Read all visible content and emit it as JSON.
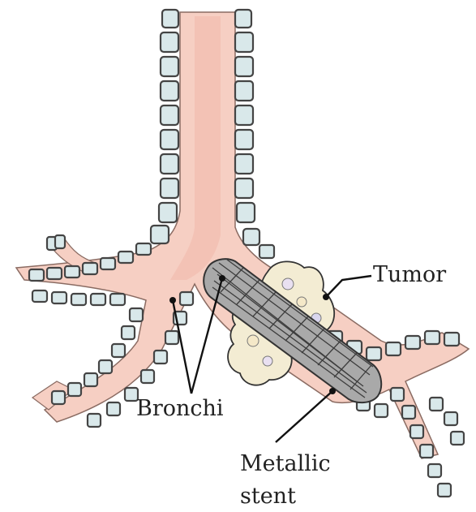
{
  "labels": {
    "tumor": "Tumor",
    "bronchi": "Bronchi",
    "stent_line1": "Metallic",
    "stent_line2": "stent"
  },
  "colors": {
    "airway": "#f6cfc3",
    "cartilage": "#d9e8ea",
    "tumor": "#f3ecd3",
    "stent": "#8a8a8a",
    "outline": "#444444"
  }
}
